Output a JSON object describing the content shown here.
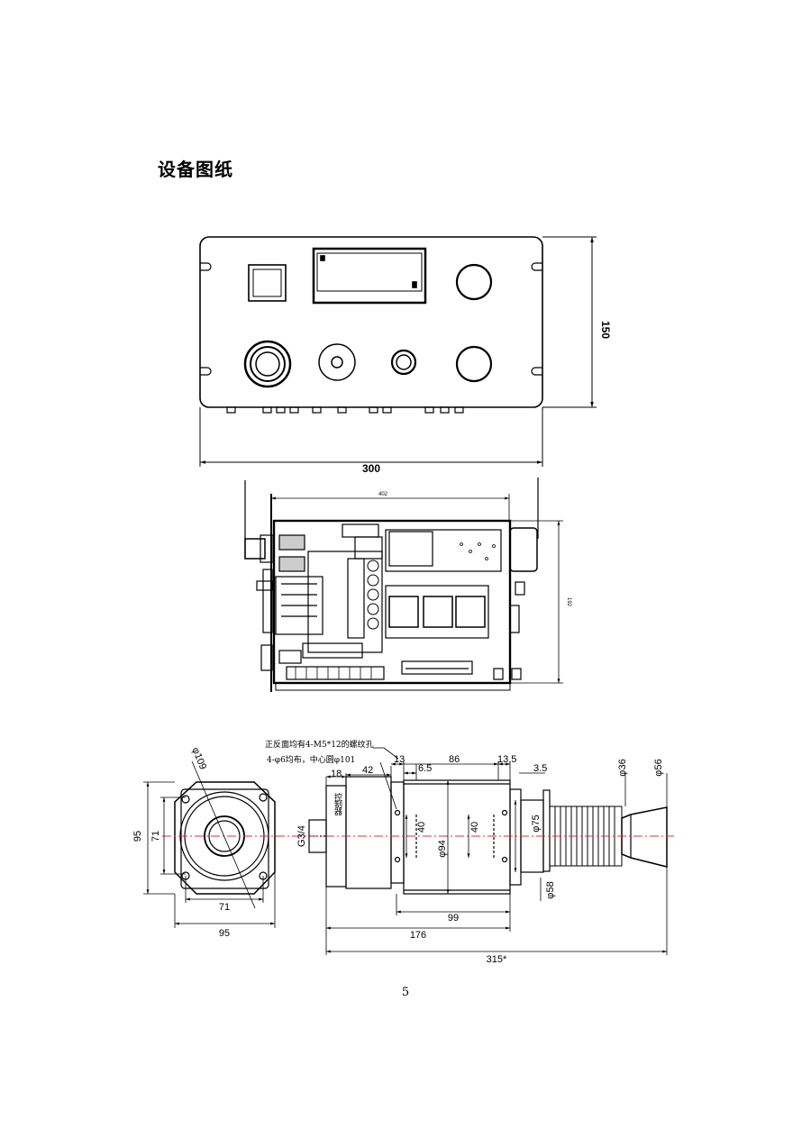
{
  "page": {
    "title": "设备图纸",
    "page_number": "5"
  },
  "front_view": {
    "width_dim": "300",
    "height_dim": "150"
  },
  "side_view": {
    "width_dim": "402",
    "height_dim": "192"
  },
  "sensor_drawing": {
    "note_line1": "正反面均有4-M5*12的螺纹孔",
    "note_line2": "4-φ6均布，中心圆φ101",
    "dims": {
      "d109": "φ109",
      "d95_v": "95",
      "d71_v": "71",
      "d71_h": "71",
      "d95_h": "95",
      "d18": "18",
      "d42": "42",
      "d13": "13",
      "d6_5": "6.5",
      "d86": "86",
      "d13_5": "13.5",
      "d3_5": "3.5",
      "d36": "φ36",
      "d56": "φ56",
      "d40a": "40",
      "d40b": "40",
      "d94": "φ94",
      "d75": "φ75",
      "d58": "φ58",
      "g34": "G3/4",
      "d99": "99",
      "d176": "176",
      "d315": "315*"
    },
    "controller_label": [
      "控",
      "制",
      "器"
    ]
  }
}
